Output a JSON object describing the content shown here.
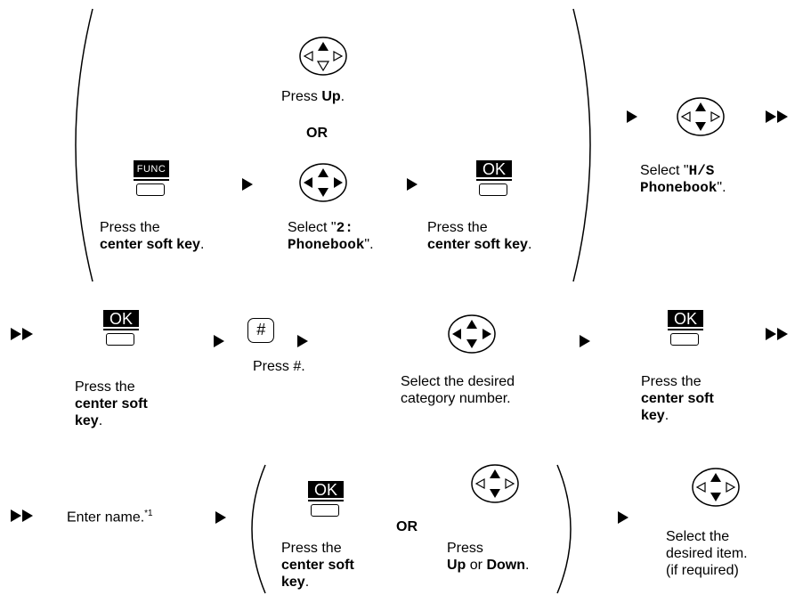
{
  "row1": {
    "or_label": "OR",
    "press_up_prefix": "Press ",
    "press_up_bold": "Up",
    "press_up_suffix": ".",
    "step_func": {
      "key_label": "FUNC",
      "line1": "Press the",
      "line2_bold": "center soft key",
      "line2_suffix": "."
    },
    "step_select_phonebook": {
      "line1_prefix": "Select \"",
      "line1_code": "2:",
      "line2_code": "Phonebook",
      "line2_suffix": "\"."
    },
    "step_ok": {
      "key_label": "OK",
      "line1": "Press the",
      "line2_bold": "center soft key",
      "line2_suffix": "."
    },
    "step_hs": {
      "line1_prefix": "Select \"",
      "line1_code": "H/S",
      "line2_code": "Phonebook",
      "line2_suffix": "\"."
    }
  },
  "row2": {
    "step_ok": {
      "key_label": "OK",
      "line1": "Press the",
      "line2_bold": "center soft",
      "line3_bold": "key",
      "line3_suffix": "."
    },
    "step_hash": {
      "key_label": "#",
      "text": "Press #."
    },
    "step_category": {
      "line1": "Select the desired",
      "line2": "category number."
    },
    "step_ok2": {
      "key_label": "OK",
      "line1": "Press the",
      "line2_bold": "center soft",
      "line3_bold": "key",
      "line3_suffix": "."
    }
  },
  "row3": {
    "enter_name": "Enter name.",
    "footnote": "*1",
    "or_label": "OR",
    "step_ok": {
      "key_label": "OK",
      "line1": "Press the",
      "line2_bold": "center soft",
      "line3_bold": "key",
      "line3_suffix": "."
    },
    "step_updown": {
      "line1": "Press",
      "line2_bold_a": "Up",
      "line2_mid": " or ",
      "line2_bold_b": "Down",
      "line2_suffix": "."
    },
    "step_select_item": {
      "line1": "Select the",
      "line2": "desired item.",
      "line3": "(if required)"
    }
  },
  "icons": [
    "navigator-up-icon",
    "navigator-updown-icon",
    "navigator-all-icon",
    "ok-soft-key-icon",
    "func-soft-key-icon",
    "hash-key-icon",
    "arrow-right-icon",
    "double-arrow-right-icon"
  ]
}
